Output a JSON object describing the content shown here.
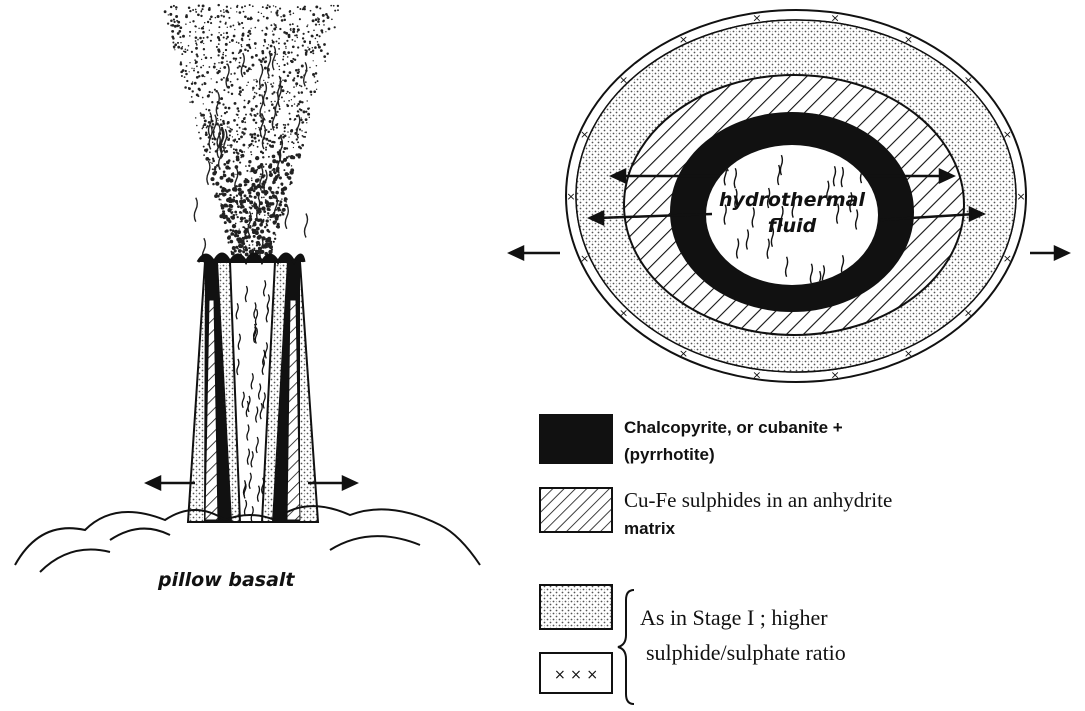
{
  "chimney": {
    "base_label": "pillow basalt"
  },
  "cross_section": {
    "core_label_line1": "hydrothermal",
    "core_label_line2": "fluid"
  },
  "legend": {
    "items": [
      {
        "line1": "Chalcopyrite, or cubanite +",
        "line2": "(pyrrhotite)"
      },
      {
        "line1": "Cu-Fe sulphides in an anhydrite",
        "line2": "matrix"
      }
    ],
    "grouped_note_line1": "As in Stage I ; higher",
    "grouped_note_line2": "sulphide/sulphate ratio"
  }
}
